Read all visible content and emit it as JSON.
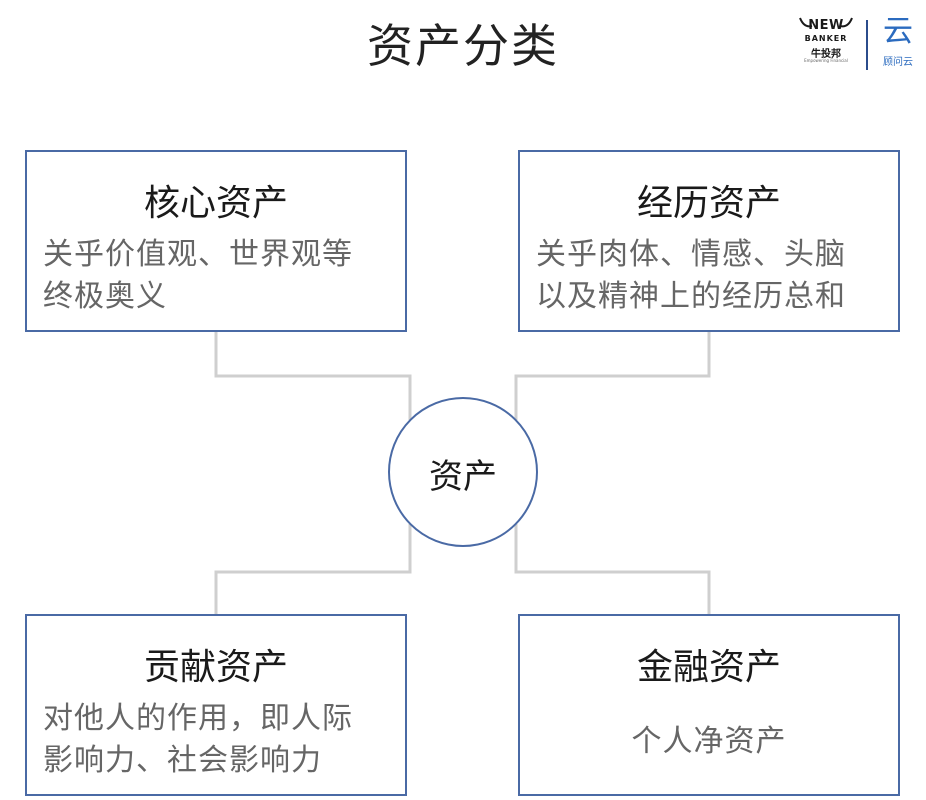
{
  "title": "资产分类",
  "logos": {
    "newbanker": {
      "line1": "NEW",
      "line2": "BANKER",
      "line3": "牛投邦",
      "line4": "Empowering Financial"
    },
    "yun": {
      "mark": "云",
      "text": "顾问云"
    }
  },
  "center": {
    "label": "资产"
  },
  "boxes": {
    "core": {
      "title": "核心资产",
      "desc_line1": "关乎价值观、世界观等",
      "desc_line2": "终极奥义"
    },
    "experience": {
      "title": "经历资产",
      "desc_line1": "关乎肉体、情感、头脑",
      "desc_line2": "以及精神上的经历总和"
    },
    "contribution": {
      "title": "贡献资产",
      "desc_line1": "对他人的作用，即人际",
      "desc_line2": "影响力、社会影响力"
    },
    "financial": {
      "title": "金融资产",
      "desc": "个人净资产"
    }
  },
  "colors": {
    "border": "#4a6aa5",
    "connector": "#cfcfcf",
    "title_text": "#1a1a1a",
    "desc_text": "#666666",
    "yun_brand": "#2b6bbf"
  }
}
